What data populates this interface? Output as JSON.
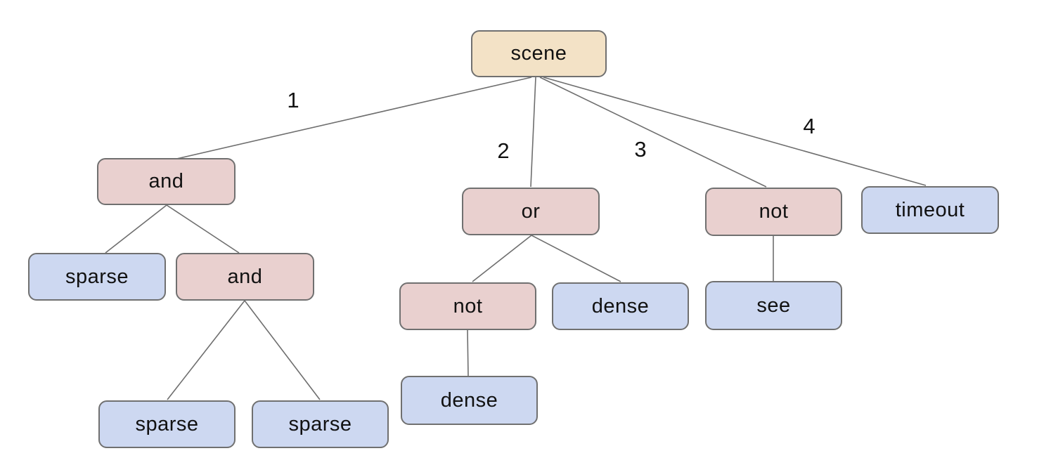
{
  "diagram": {
    "description": "scene behavior tree",
    "colors": {
      "root_fill": "#f3e2c6",
      "operator_fill": "#e9d0cf",
      "leaf_fill": "#cdd8f1",
      "node_border": "#707070",
      "edge_line": "#6e6e6e",
      "text": "#111111",
      "background": "#ffffff"
    },
    "nodes": [
      {
        "id": "scene",
        "label": "scene",
        "type": "root"
      },
      {
        "id": "and-1",
        "label": "and",
        "type": "operator"
      },
      {
        "id": "or-1",
        "label": "or",
        "type": "operator"
      },
      {
        "id": "not-root",
        "label": "not",
        "type": "operator"
      },
      {
        "id": "timeout",
        "label": "timeout",
        "type": "leaf"
      },
      {
        "id": "sparse-1",
        "label": "sparse",
        "type": "leaf"
      },
      {
        "id": "and-2",
        "label": "and",
        "type": "operator"
      },
      {
        "id": "not-2",
        "label": "not",
        "type": "operator"
      },
      {
        "id": "dense-1",
        "label": "dense",
        "type": "leaf"
      },
      {
        "id": "see",
        "label": "see",
        "type": "leaf"
      },
      {
        "id": "sparse-2",
        "label": "sparse",
        "type": "leaf"
      },
      {
        "id": "sparse-3",
        "label": "sparse",
        "type": "leaf"
      },
      {
        "id": "dense-2",
        "label": "dense",
        "type": "leaf"
      }
    ],
    "edge_labels": [
      {
        "label": "1",
        "from": "scene",
        "to": "and-1"
      },
      {
        "label": "2",
        "from": "scene",
        "to": "or-1"
      },
      {
        "label": "3",
        "from": "scene",
        "to": "not-root"
      },
      {
        "label": "4",
        "from": "scene",
        "to": "timeout"
      }
    ]
  }
}
